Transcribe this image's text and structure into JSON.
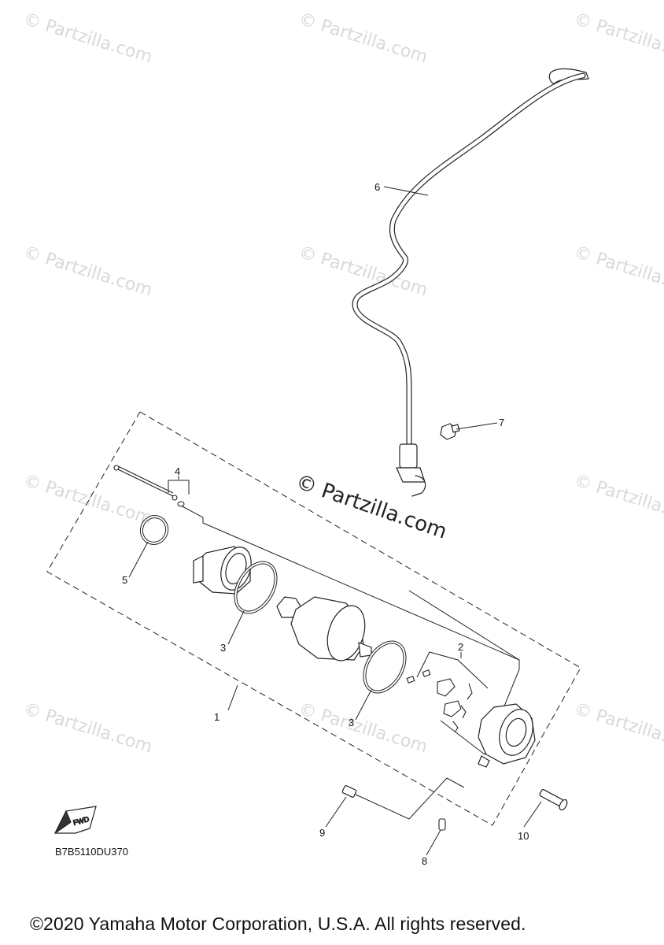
{
  "watermark": "© Partzilla.com",
  "watermark_center": "© Partzilla.com",
  "parts": [
    {
      "number": "1"
    },
    {
      "number": "2"
    },
    {
      "number": "3"
    },
    {
      "number": "3"
    },
    {
      "number": "4"
    },
    {
      "number": "5"
    },
    {
      "number": "6"
    },
    {
      "number": "7"
    },
    {
      "number": "8"
    },
    {
      "number": "9"
    },
    {
      "number": "10"
    }
  ],
  "fwd_label": "FWD",
  "diagram_code": "B7B5110DU370",
  "copyright": "©2020 Yamaha Motor Corporation, U.S.A. All rights reserved."
}
